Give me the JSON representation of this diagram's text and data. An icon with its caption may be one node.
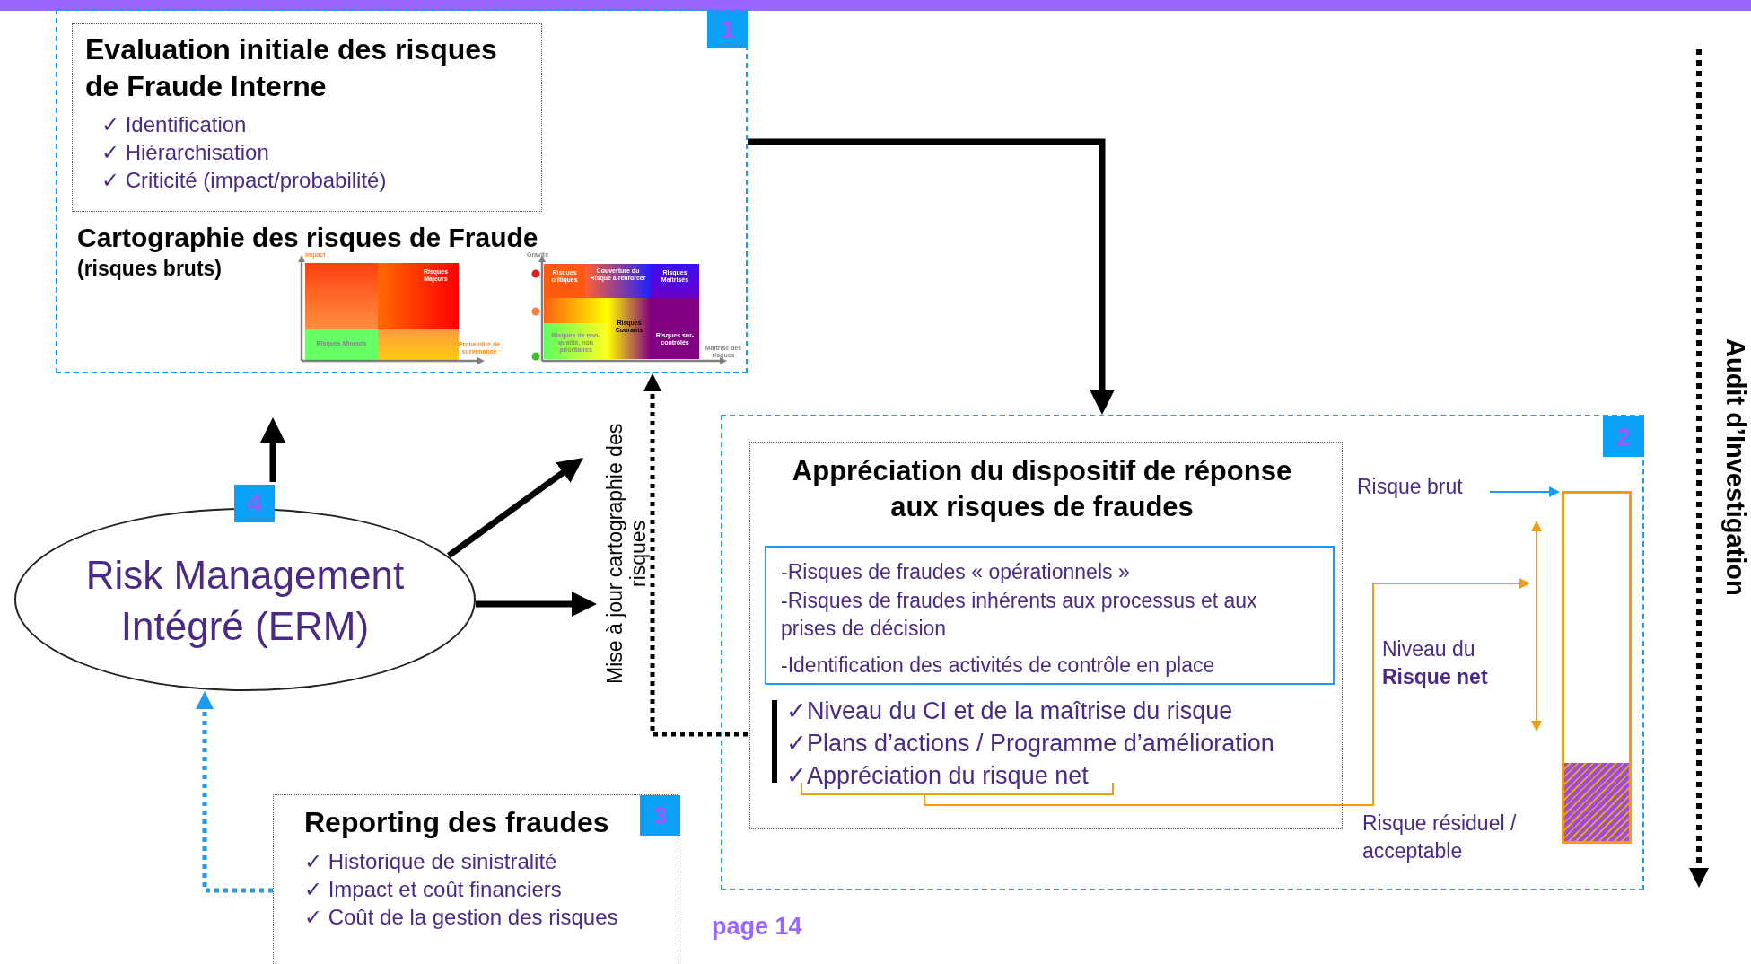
{
  "diagram": {
    "nodes": [
      {
        "text": [
          "1",
          "Cartographie des risques de Fraude",
          "(risques bruts)"
        ]
      },
      {
        "text": [
          "Evaluation initiale des risques de Fraude Interne",
          "✓ Identification",
          "✓ Hiérarchisation",
          "✓ Criticité (impact/probabilité)"
        ],
        "in": 0
      },
      {
        "text": [
          "4",
          "Risk Management Intégré (ERM)"
        ]
      },
      {
        "text": [
          "2"
        ]
      },
      {
        "text": [
          "Appréciation du dispositif de réponse aux risques de fraudes",
          "✓Niveau du CI et de la maîtrise du risque",
          "✓Plans d’actions / Programme d’amélioration",
          "✓Appréciation du risque net"
        ],
        "in": 3
      },
      {
        "text": [
          "-Risques de fraudes « opérationnels »",
          "-Risques de fraudes inhérents aux processus et aux prises de décision",
          "-Identification des activités de contrôle en place"
        ],
        "in": 4
      },
      {
        "text": [
          "Risque brut"
        ],
        "in": 3
      },
      {
        "text": [],
        "shape": "bar",
        "in": 3
      },
      {
        "text": [
          "Reporting des fraudes",
          "3",
          "✓ Historique de sinistralité",
          "✓ Impact et coût financiers",
          "✓ Coût de la gestion des risques"
        ]
      }
    ],
    "edges": [
      {
        "from": 0,
        "to": 3,
        "arrow": "to"
      },
      {
        "from": 2,
        "to": null,
        "arrow": "to"
      },
      {
        "from": 2,
        "to": null,
        "arrow": "to"
      },
      {
        "from": 2,
        "to": null,
        "arrow": "to"
      },
      {
        "from": 4,
        "to": 0,
        "arrow": "to",
        "style": "dashed",
        "label": "Mise à jour cartographie des risques"
      },
      {
        "from": 8,
        "to": 2,
        "arrow": "to",
        "style": "dashed",
        "color": "#1e9bf0"
      },
      {
        "from": 6,
        "to": 7,
        "arrow": "to",
        "color": "#1e9bf0"
      },
      {
        "from": 4,
        "to": 7,
        "arrow": "to",
        "color": "#f39c12"
      }
    ],
    "labels": [
      "Impact",
      "Risques Majeurs",
      "Risques Mineurs",
      "Probabilité de survenance",
      "Gravité",
      "Risques critiques",
      "Couverture du Risque à renforcer",
      "Risques Maîtrisés",
      "Risques Courants",
      "Risques de non-qualité, non prioritaires",
      "Risques sur-contrôlés",
      "Maîtrise des risques",
      "Niveau du **Risque net**",
      "Risque résiduel / acceptable",
      "Audit d’Investigation",
      "page 14"
    ]
  }
}
